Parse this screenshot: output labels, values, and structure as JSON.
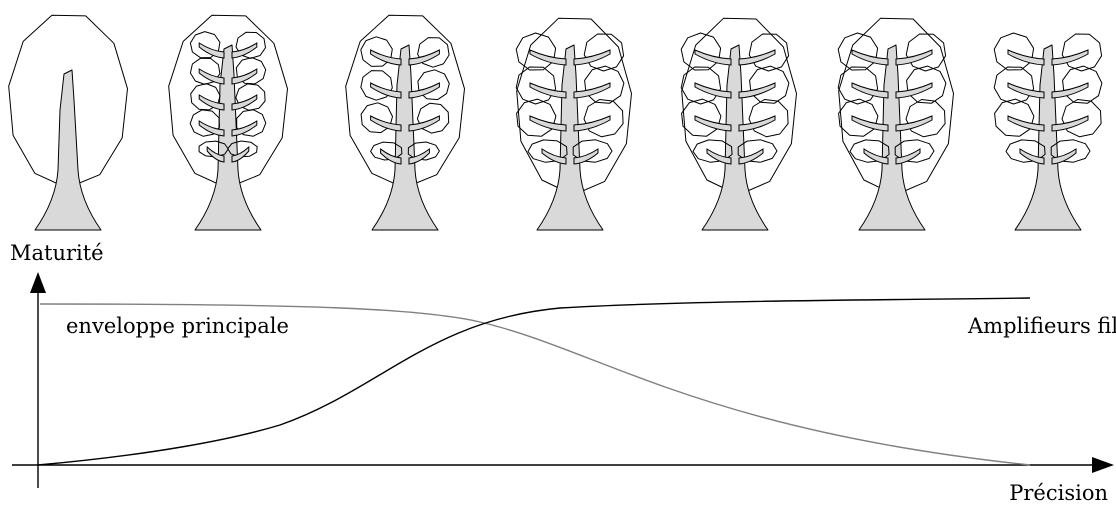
{
  "axes": {
    "y_label": "Maturité",
    "x_label": "Précision"
  },
  "curves": {
    "envelope_label": "enveloppe principale",
    "amplifier_label": "Amplifieurs fils",
    "envelope_color": "#808080",
    "amplifier_color": "#000000"
  },
  "stages": [
    {
      "stage": 1,
      "envelope": "single",
      "leaf_rows": 0,
      "leaf_scale": 0
    },
    {
      "stage": 2,
      "envelope": "single",
      "leaf_rows": 5,
      "leaf_scale": 0.6
    },
    {
      "stage": 3,
      "envelope": "single",
      "leaf_rows": 4,
      "leaf_scale": 0.8
    },
    {
      "stage": 4,
      "envelope": "fading",
      "leaf_rows": 4,
      "leaf_scale": 1.0
    },
    {
      "stage": 5,
      "envelope": "fading",
      "leaf_rows": 4,
      "leaf_scale": 1.0
    },
    {
      "stage": 6,
      "envelope": "fading",
      "leaf_rows": 4,
      "leaf_scale": 1.0
    },
    {
      "stage": 7,
      "envelope": "none",
      "leaf_rows": 4,
      "leaf_scale": 1.0
    }
  ]
}
